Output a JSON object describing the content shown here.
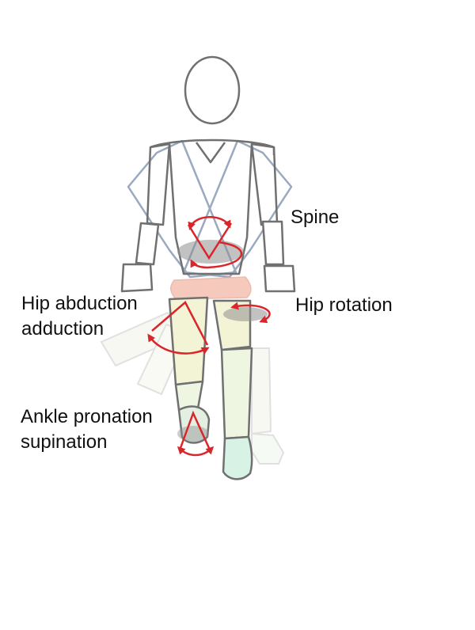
{
  "labels": {
    "spine": "Spine",
    "hip_rotation": "Hip rotation",
    "hip_abduction_line1": "Hip abduction",
    "hip_abduction_line2": "adduction",
    "ankle_line1": "Ankle pronation",
    "ankle_line2": "supination"
  },
  "colors": {
    "outline": "#707070",
    "ghost_outline": "#9aa8c0",
    "arrow": "#d9262b",
    "pelvis": "#f4c0b0",
    "thigh": "#f3f3d6",
    "shin": "#eef6e2",
    "foot": "#d8f2e6",
    "ghost_leg": "#f2f2ea",
    "disc": "#9a9a9a"
  }
}
